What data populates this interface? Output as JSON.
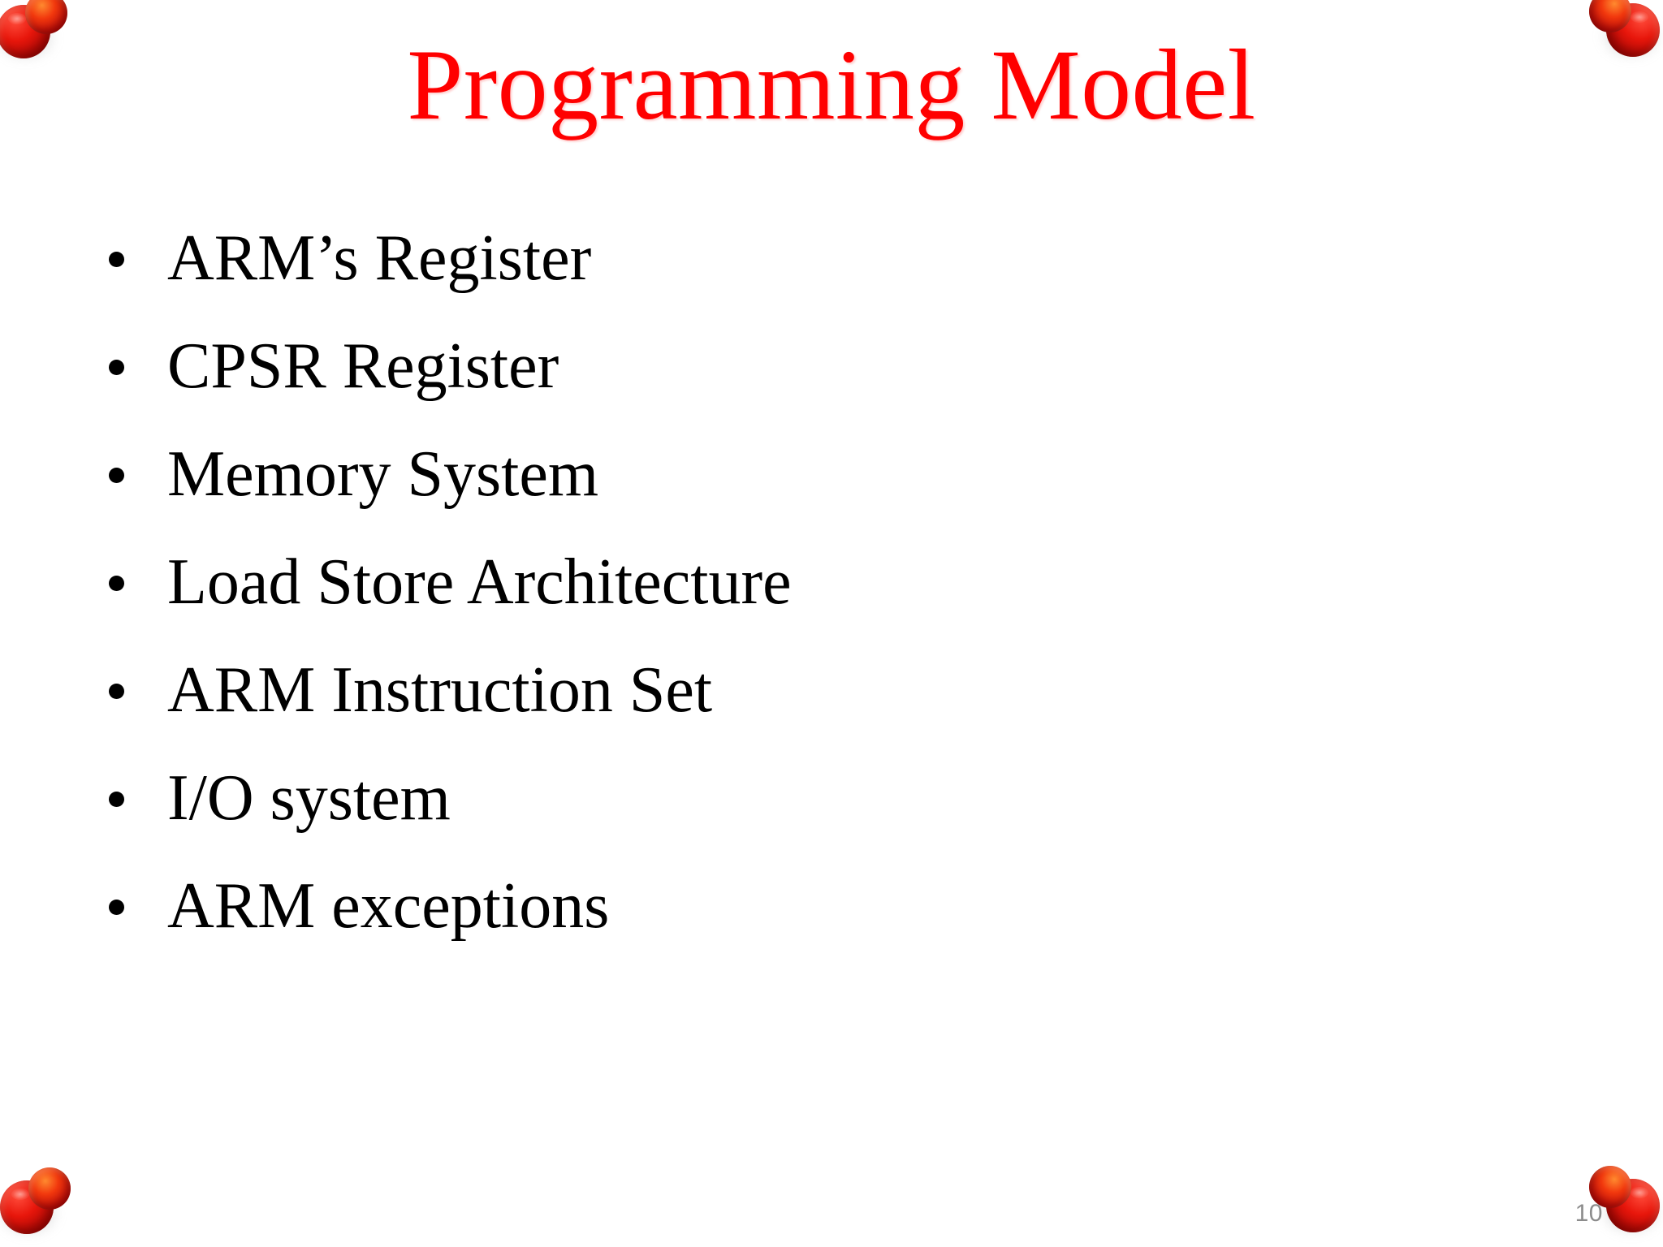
{
  "slide": {
    "title": "Programming Model",
    "title_color": "#ff0000",
    "background_color": "#ffffff",
    "body_color": "#000000",
    "page_number": "10",
    "page_number_color": "#8c8c8c",
    "bullets": [
      {
        "label": "ARM’s Register"
      },
      {
        "label": "CPSR Register"
      },
      {
        "label": "Memory System"
      },
      {
        "label": "Load Store Architecture"
      },
      {
        "label": "ARM Instruction Set"
      },
      {
        "label": "I/O system"
      },
      {
        "label": "ARM exceptions"
      }
    ],
    "decorations": [
      {
        "icon": "pushpin-icon",
        "position": "top-left",
        "color": "#e8170c"
      },
      {
        "icon": "pushpin-icon",
        "position": "top-right",
        "color": "#e8170c"
      },
      {
        "icon": "pushpin-icon",
        "position": "bottom-left",
        "color": "#e8170c"
      },
      {
        "icon": "pushpin-icon",
        "position": "bottom-right",
        "color": "#e8170c"
      }
    ]
  }
}
